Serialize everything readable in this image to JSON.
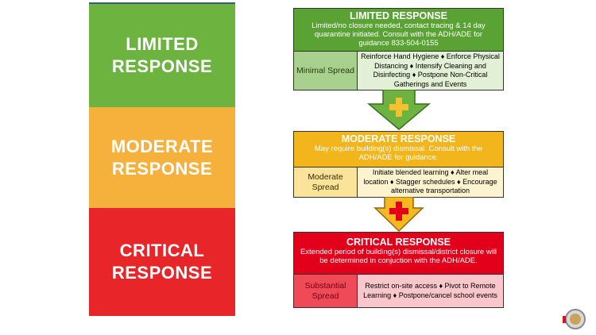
{
  "left": [
    {
      "label": "LIMITED RESPONSE",
      "color": "#6cb33f"
    },
    {
      "label": "MODERATE RESPONSE",
      "color": "#f5b13c"
    },
    {
      "label": "CRITICAL RESPONSE",
      "color": "#e8262a"
    }
  ],
  "limited": {
    "title": "LIMITED RESPONSE",
    "desc": "Limited/no closure needed, contact tracing & 14 day quarantine initiated.  Consult with the ADH/ADE for guidance 833-504-0155",
    "level": "Minimal Spread",
    "actions": "Reinforce Hand Hygiene ♦ Enforce Physical Distancing ♦ Intensify Cleaning and Disinfecting ♦ Postpone Non-Critical Gatherings and Events"
  },
  "moderate": {
    "title": "MODERATE RESPONSE",
    "desc": "May require building(s) dismissal.  Consult with the ADH/ADE for guidance.",
    "level": "Moderate Spread",
    "actions": "Initiate blended learning ♦ Alter meal location ♦ Stagger schedules ♦ Encourage alternative transportation"
  },
  "critical": {
    "title": "CRITICAL RESPONSE",
    "desc": "Extended period of building(s) dismissal/district closure will be determined in conjuction with the ADH/ADE.",
    "level": "Substantial Spread",
    "actions": "Restrict on-site access ♦ Pivot to Remote Learning ♦ Postpone/cancel school events"
  }
}
